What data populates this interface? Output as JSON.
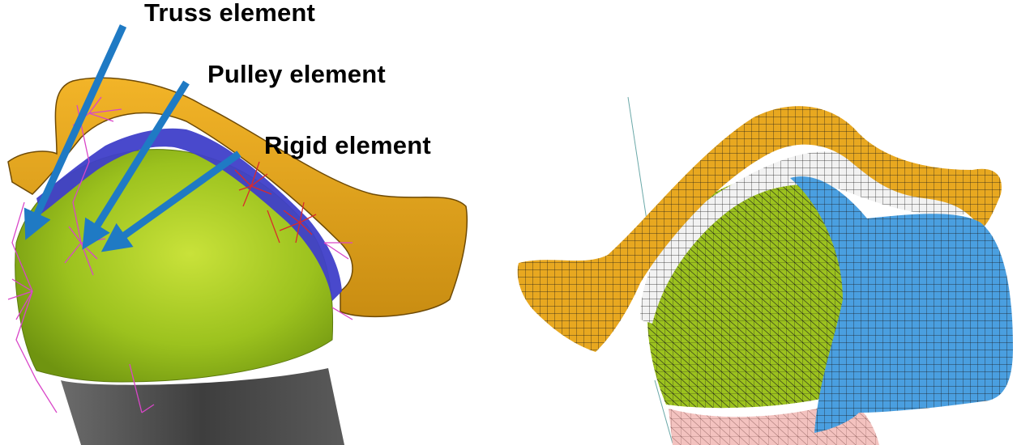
{
  "labels": {
    "truss": "Truss element",
    "pulley": "Pulley element",
    "rigid": "Rigid element"
  },
  "colors": {
    "arrow": "#1f7ac4",
    "cartilage_ring": "#e8a820",
    "bone_green": "#9cc21e",
    "band_blue": "#3f3fc9",
    "shaft_gray": "#4a4a4a",
    "truss_magenta": "#d946c8",
    "rigid_red": "#d92a2a",
    "mesh_white": "#f2f2f2",
    "mesh_blue": "#4a9fe0",
    "mesh_pink": "#f3c2bf"
  }
}
